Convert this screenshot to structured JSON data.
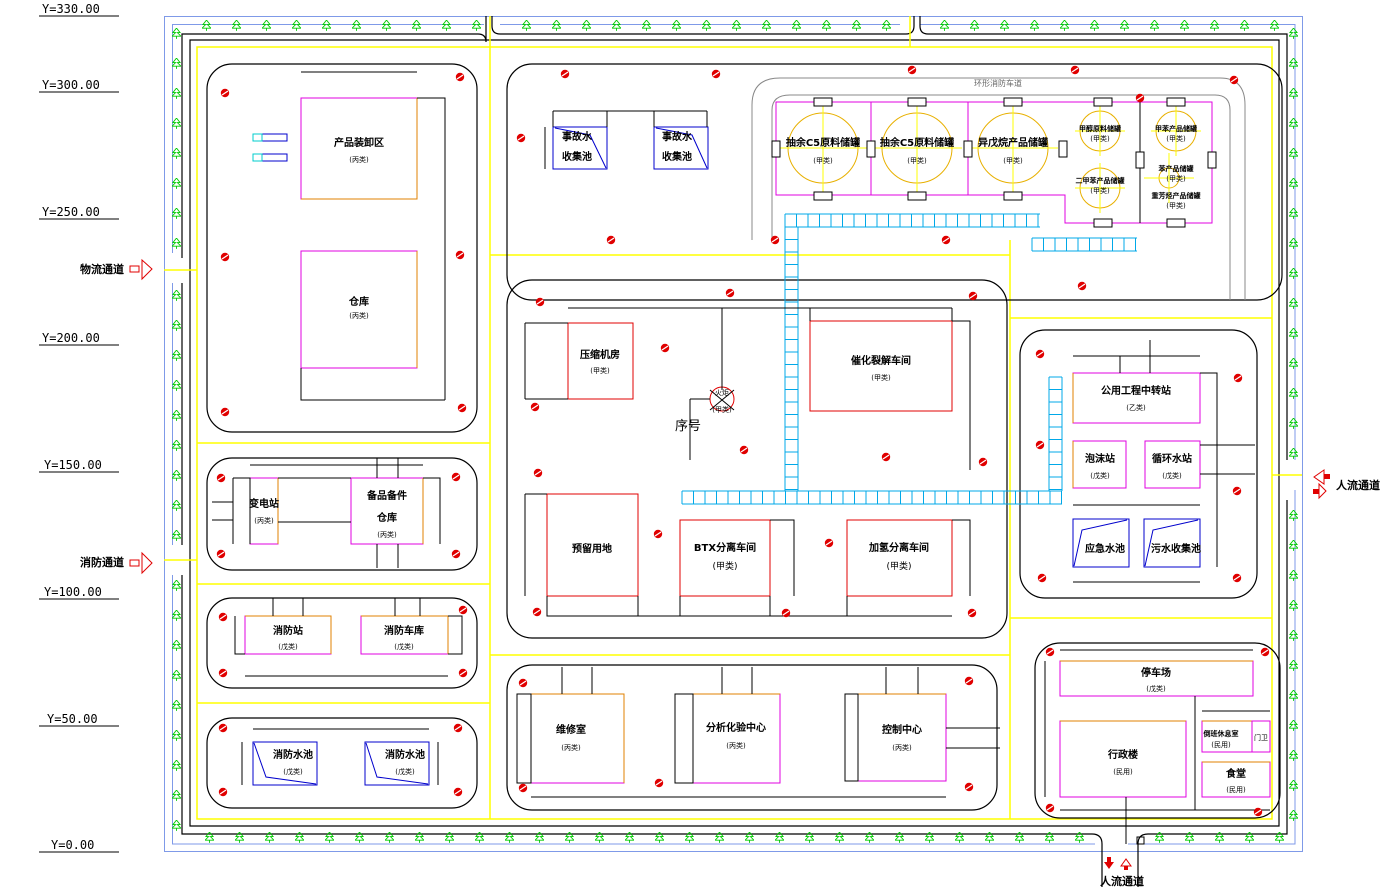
{
  "y_axis": {
    "labels": [
      "Y=330.00",
      "Y=300.00",
      "Y=250.00",
      "Y=200.00",
      "Y=150.00",
      "Y=100.00",
      "Y=50.00",
      "Y=0.00"
    ]
  },
  "entrances": {
    "logistics": "物流通道",
    "fire": "消防通道",
    "pedestrian_east": "人流通道",
    "pedestrian_south": "人流通道"
  },
  "center_label": "序号",
  "fire_road_label": "环形消防车道",
  "buildings": {
    "product_stack": {
      "name": "产品装卸区",
      "sub": "(丙类)"
    },
    "warehouse": {
      "name": "仓库",
      "sub": "(丙类)"
    },
    "rain_pool_1": {
      "name": "事故水",
      "name2": "收集池"
    },
    "rain_pool_2": {
      "name": "事故水",
      "name2": "收集池"
    },
    "tank_c5_1": {
      "name": "抽余C5原料储罐",
      "sub": "(甲类)"
    },
    "tank_c5_2": {
      "name": "抽余C5原料储罐",
      "sub": "(甲类)"
    },
    "tank_isoprene": {
      "name": "异戊烷产品储罐",
      "sub": "(甲类)"
    },
    "tank_methanol": {
      "name": "甲醇原料储罐",
      "sub": "(甲类)"
    },
    "tank_xylene": {
      "name": "二甲苯产品储罐",
      "sub": "(甲类)"
    },
    "tank_toluene": {
      "name": "甲苯产品储罐",
      "sub": "(甲类)"
    },
    "tank_benzene": {
      "name": "苯产品储罐",
      "sub": "(甲类)"
    },
    "tank_heavy": {
      "name": "重芳烃产品储罐",
      "sub": "(甲类)"
    },
    "compressor": {
      "name": "压缩机房",
      "sub": "(甲类)"
    },
    "flare": {
      "name": "火炬",
      "sub": "(甲类)"
    },
    "polymer_unit": {
      "name": "催化裂解车间",
      "sub": "(甲类)"
    },
    "reserve": {
      "name": "预留用地"
    },
    "btx": {
      "name": "BTX分离车间",
      "sub": "(甲类)"
    },
    "hydro": {
      "name": "加氢分离车间",
      "sub": "(甲类)"
    },
    "utility": {
      "name": "公用工程中转站",
      "sub": "(乙类)"
    },
    "foam": {
      "name": "泡沫站",
      "sub": "(戊类)"
    },
    "circ_water": {
      "name": "循环水站",
      "sub": "(戊类)"
    },
    "emergency_pool": {
      "name": "应急水池"
    },
    "sewage_pool": {
      "name": "污水收集池"
    },
    "substation": {
      "name": "变电站",
      "sub": "(丙类)"
    },
    "spare_parts": {
      "name": "备品备件",
      "name2": "仓库",
      "sub": "(丙类)"
    },
    "fire_station": {
      "name": "消防站",
      "sub": "(戊类)"
    },
    "fire_garage": {
      "name": "消防车库",
      "sub": "(戊类)"
    },
    "fire_pool_1": {
      "name": "消防水池",
      "sub": "(戊类)"
    },
    "fire_pool_2": {
      "name": "消防水池",
      "sub": "(戊类)"
    },
    "maintenance": {
      "name": "维修室",
      "sub": "(丙类)"
    },
    "lab": {
      "name": "分析化验中心",
      "sub": "(丙类)"
    },
    "control": {
      "name": "控制中心",
      "sub": "(丙类)"
    },
    "parking": {
      "name": "停车场",
      "sub": "(戊类)"
    },
    "office": {
      "name": "行政楼",
      "sub": "(民用)"
    },
    "dormitory": {
      "name": "倒班休息室",
      "sub": "(民用)"
    },
    "guard": {
      "name": "门卫",
      "sub": ""
    },
    "canteen": {
      "name": "食堂",
      "sub": "(民用)"
    }
  },
  "colors": {
    "boundary": "#7f9ae8",
    "tree": "#00cc00",
    "road_center": "#ffff00",
    "building_red": "#e00000",
    "building_magenta": "#e000e0",
    "building_orange": "#e08000",
    "pool_blue": "#0000cc",
    "pipe_rack": "#00a8e8",
    "tank_yellow": "#e8b000",
    "hydrant": "#e00000"
  }
}
